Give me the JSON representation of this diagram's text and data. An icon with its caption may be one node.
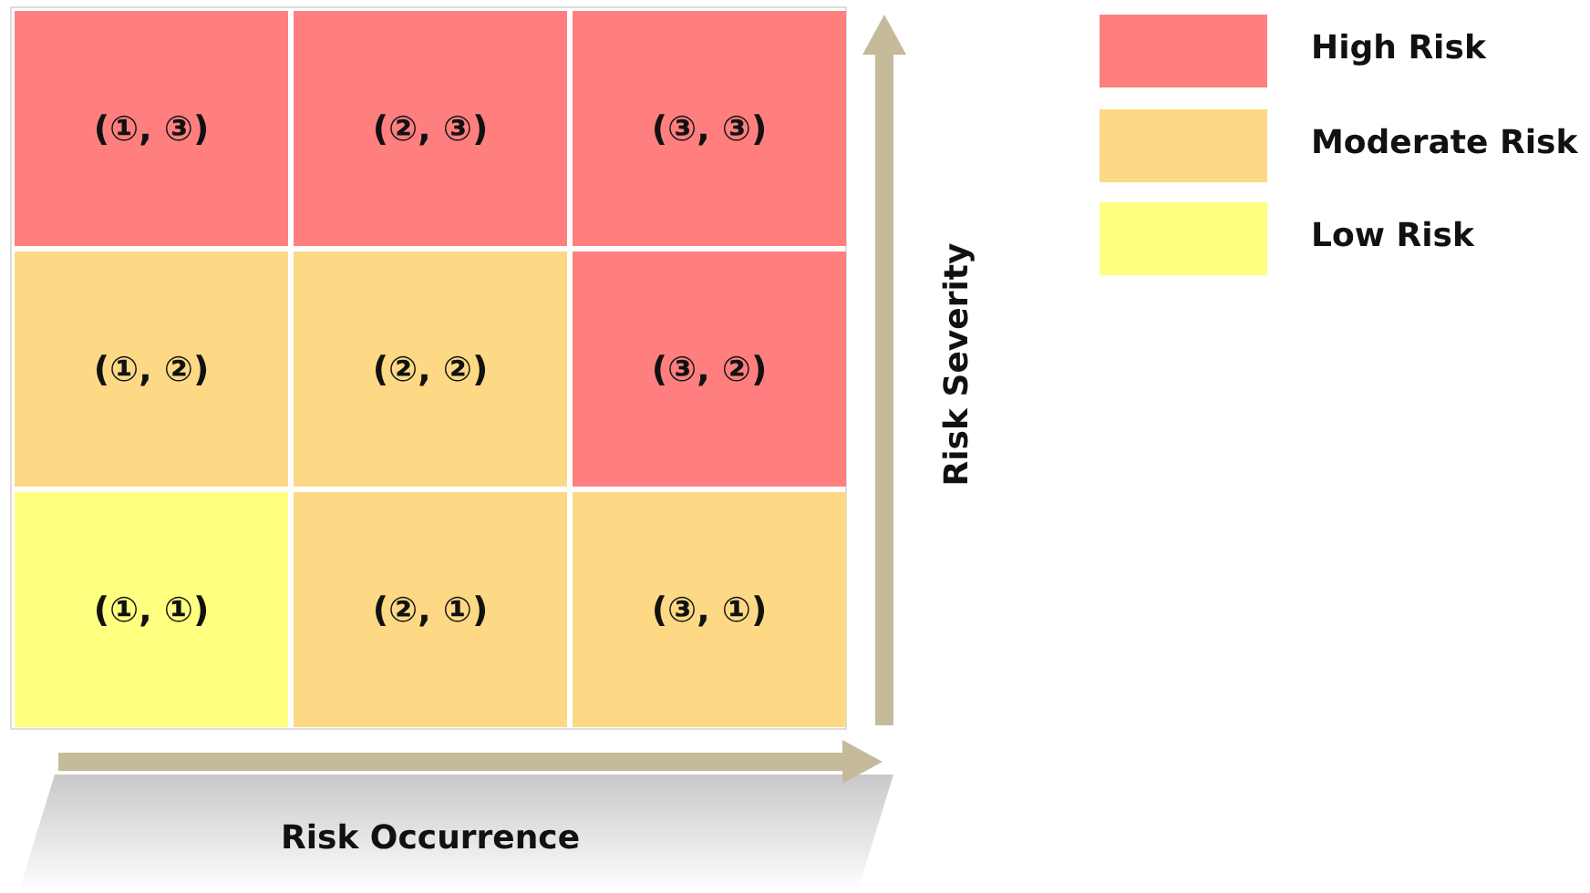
{
  "diagram": {
    "nodes": [
      {
        "text": [
          "(①, ③)"
        ]
      },
      {
        "text": [
          "(②, ③)"
        ]
      },
      {
        "text": [
          "(③, ③)"
        ]
      },
      {
        "text": [
          "(①, ②)"
        ]
      },
      {
        "text": [
          "(②, ②)"
        ]
      },
      {
        "text": [
          "(③, ②)"
        ]
      },
      {
        "text": [
          "(①, ①)"
        ]
      },
      {
        "text": [
          "(②, ①)"
        ]
      },
      {
        "text": [
          "(③, ①)"
        ]
      }
    ],
    "labels": [
      "Risk Severity",
      "Risk Occurrence"
    ],
    "legend": [
      {
        "text": "High Risk",
        "color": "#ff7f7f"
      },
      {
        "text": "Moderate Risk",
        "color": "#fdd985"
      },
      {
        "text": "Low Risk",
        "color": "#ffff80"
      }
    ]
  }
}
